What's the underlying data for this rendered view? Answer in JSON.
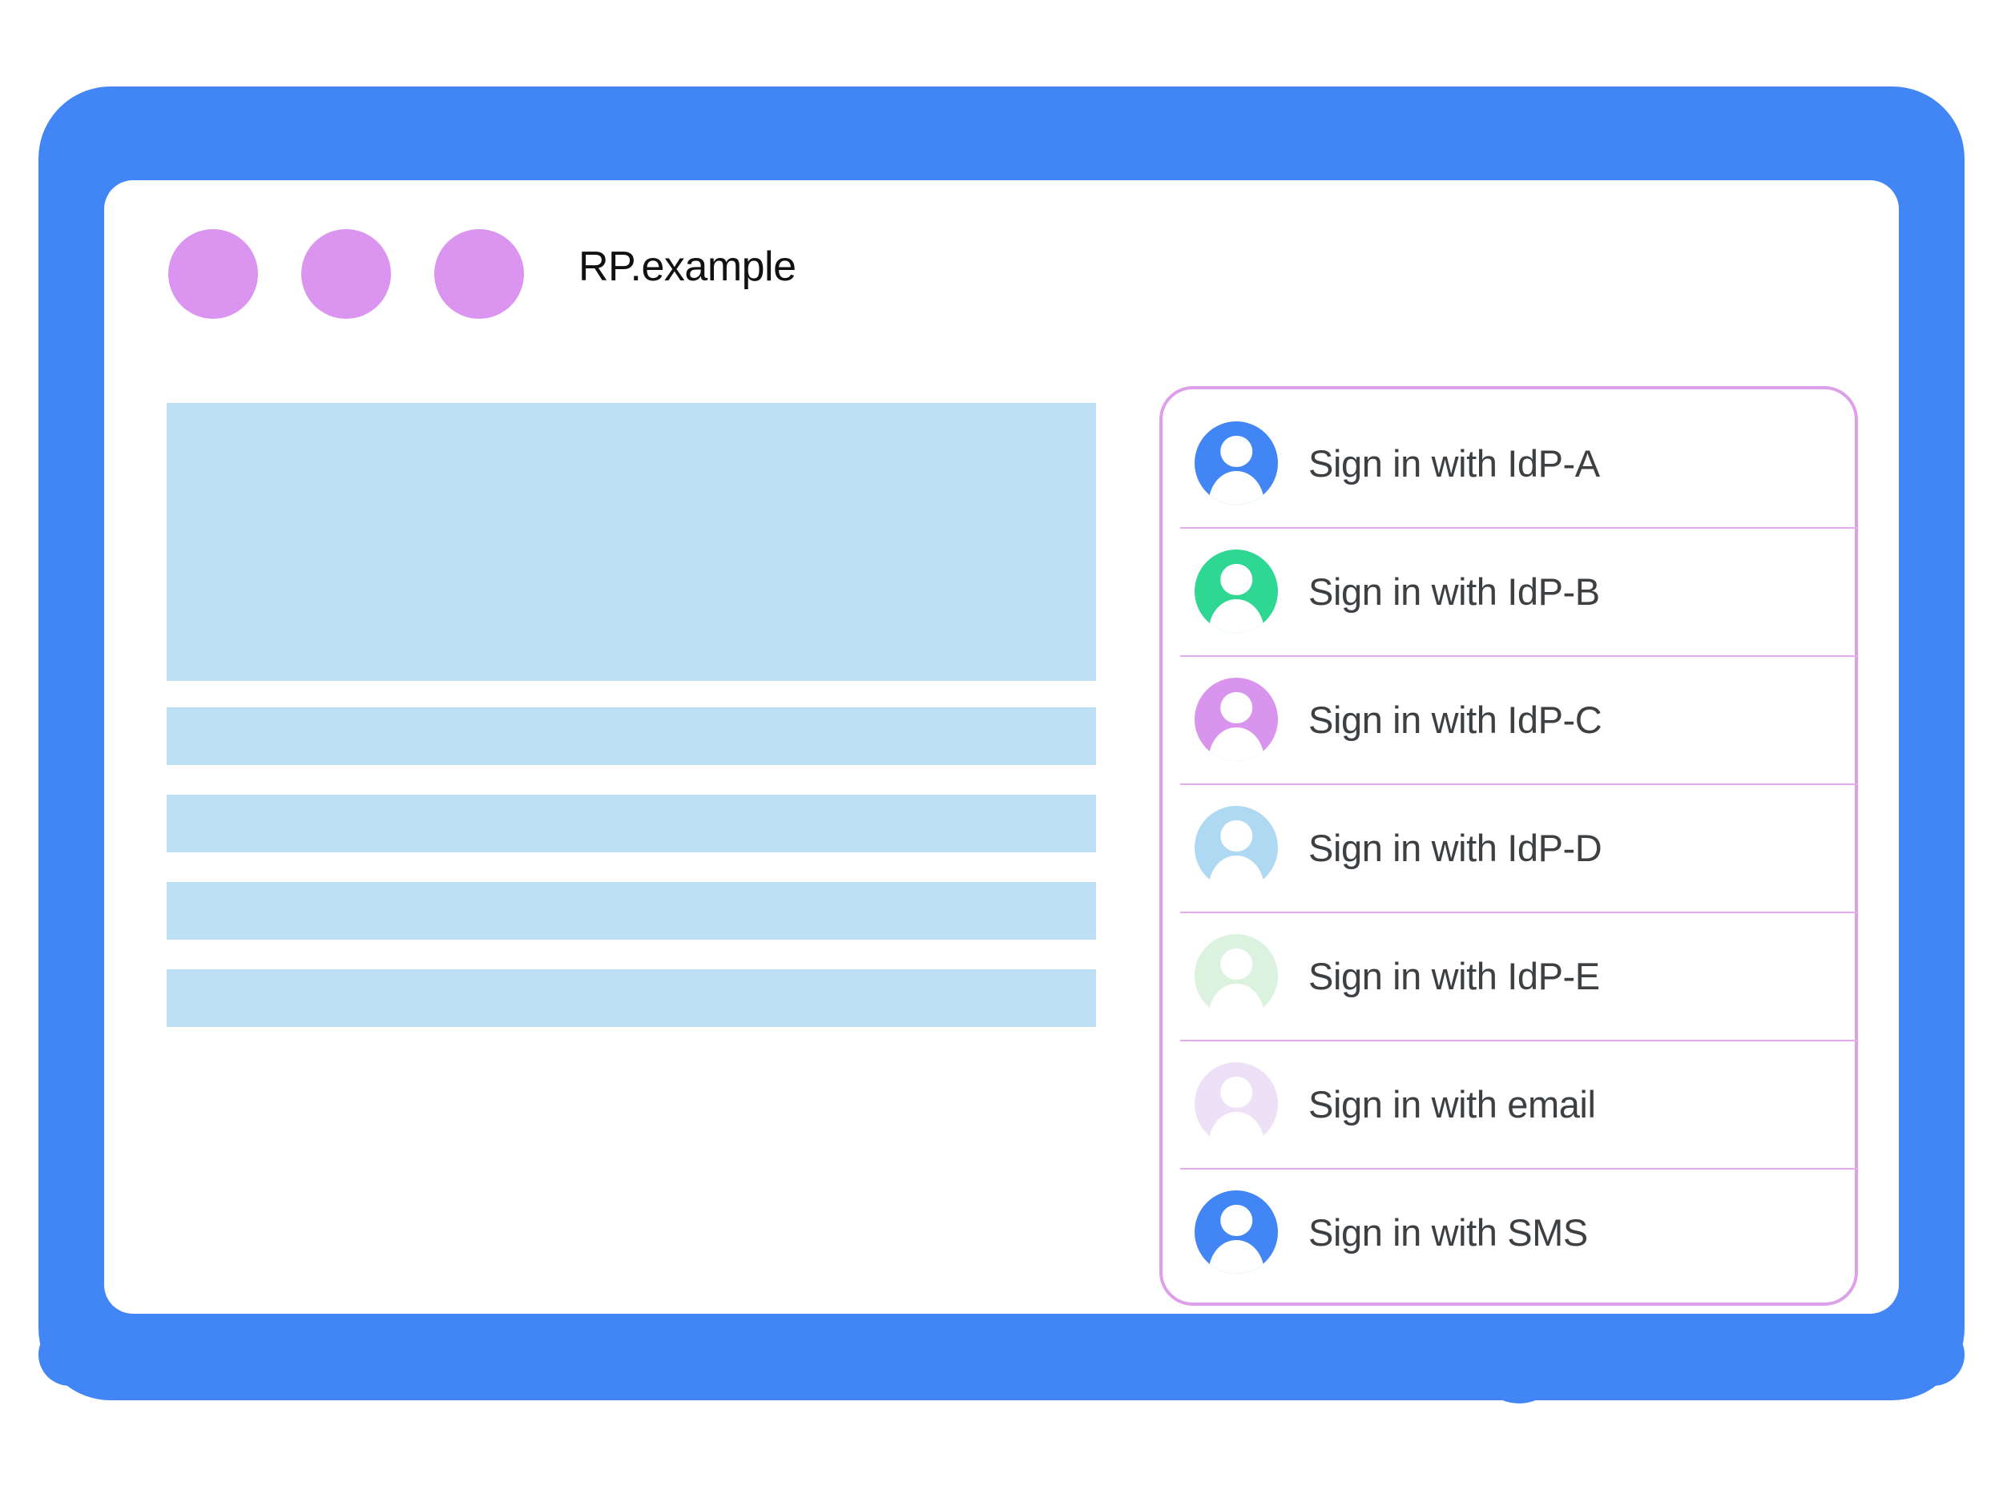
{
  "window": {
    "title": "RP.example",
    "traffic_dots": [
      "dot-1",
      "dot-2",
      "dot-3"
    ],
    "dot_color": "#DB95F0",
    "bezel_color": "#4285F4",
    "screen_background": "#FFFFFF",
    "home_button_name": "home-button"
  },
  "content": {
    "placeholder_color": "#BDE0F5",
    "blocks": [
      {
        "kind": "hero"
      },
      {
        "kind": "line"
      },
      {
        "kind": "line"
      },
      {
        "kind": "line"
      },
      {
        "kind": "line"
      }
    ]
  },
  "account_dialog": {
    "border_color": "#DD9FEA",
    "separator_color": "#E7A9F1",
    "background": "#FFFFFF",
    "accounts": [
      {
        "label": "Sign in with IdP-A",
        "icon": "account-avatar-icon",
        "avatar_color": "#4285F4"
      },
      {
        "label": "Sign in with IdP-B",
        "icon": "account-avatar-icon",
        "avatar_color": "#2ED893"
      },
      {
        "label": "Sign in with IdP-C",
        "icon": "account-avatar-icon",
        "avatar_color": "#D994EE"
      },
      {
        "label": "Sign in with IdP-D",
        "icon": "account-avatar-icon",
        "avatar_color": "#AFD9F3"
      },
      {
        "label": "Sign in with IdP-E",
        "icon": "account-avatar-icon",
        "avatar_color": "#DBF2DF"
      },
      {
        "label": "Sign in with email",
        "icon": "account-avatar-icon",
        "avatar_color": "#EEE0F7"
      },
      {
        "label": "Sign in with SMS",
        "icon": "account-avatar-icon",
        "avatar_color": "#4285F4"
      }
    ]
  }
}
